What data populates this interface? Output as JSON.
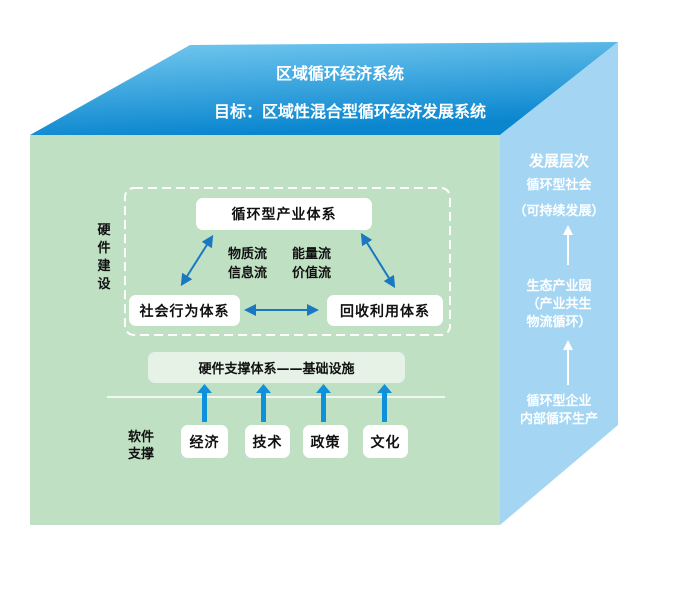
{
  "top": {
    "title": "区域循环经济系统",
    "goal": "目标：区域性混合型循环经济发展系统"
  },
  "hardware": {
    "label": "硬件建设",
    "industry": "循环型产业体系",
    "social": "社会行为体系",
    "recycle": "回收利用体系",
    "flows": [
      "物质流",
      "能量流",
      "信息流",
      "价值流"
    ],
    "base": "硬件支撑体系——基础设施"
  },
  "software": {
    "label_line1": "软件",
    "label_line2": "支撑",
    "items": [
      "经济",
      "技术",
      "政策",
      "文化"
    ]
  },
  "levels": {
    "title": "发展层次",
    "level3_line1": "循环型社会",
    "level3_line2": "（可持续发展）",
    "level2_line1": "生态产业园",
    "level2_line2": "（产业共生",
    "level2_line3": "物流循环）",
    "level1_line1": "循环型企业",
    "level1_line2": "内部循环生产"
  },
  "colors": {
    "front": "#c0e0c4",
    "top_light": "#6cc4ee",
    "top_dark": "#0a8ad2",
    "side": "#a4d6f4",
    "arrow": "#0f90da"
  }
}
